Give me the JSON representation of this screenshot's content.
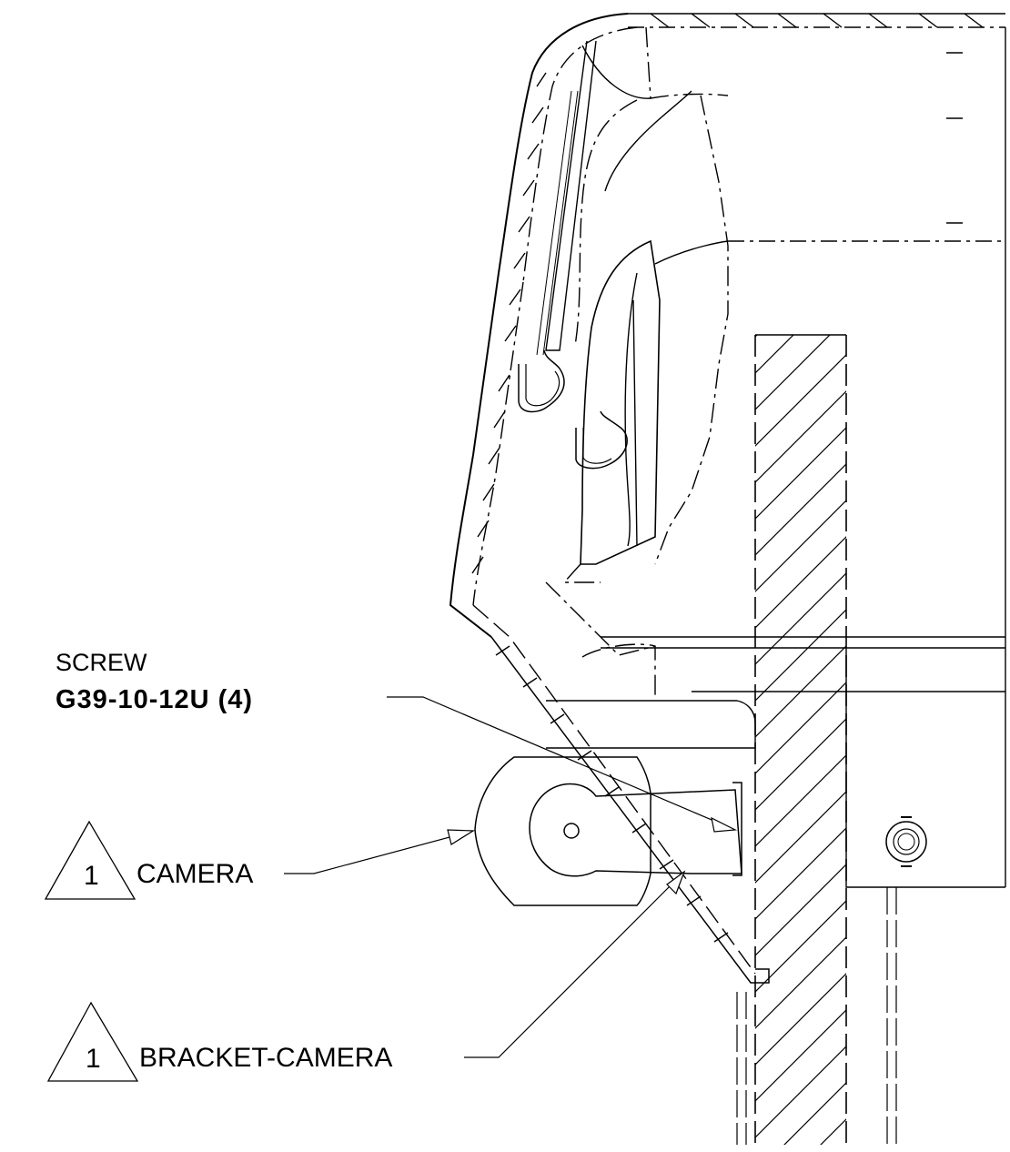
{
  "screw": {
    "title": "SCREW",
    "part_number": "G39-10-12U (4)"
  },
  "callouts": [
    {
      "number": "1",
      "label": "CAMERA"
    },
    {
      "number": "1",
      "label": "BRACKET-CAMERA"
    }
  ],
  "colors": {
    "line": "#000000",
    "background": "#ffffff"
  }
}
